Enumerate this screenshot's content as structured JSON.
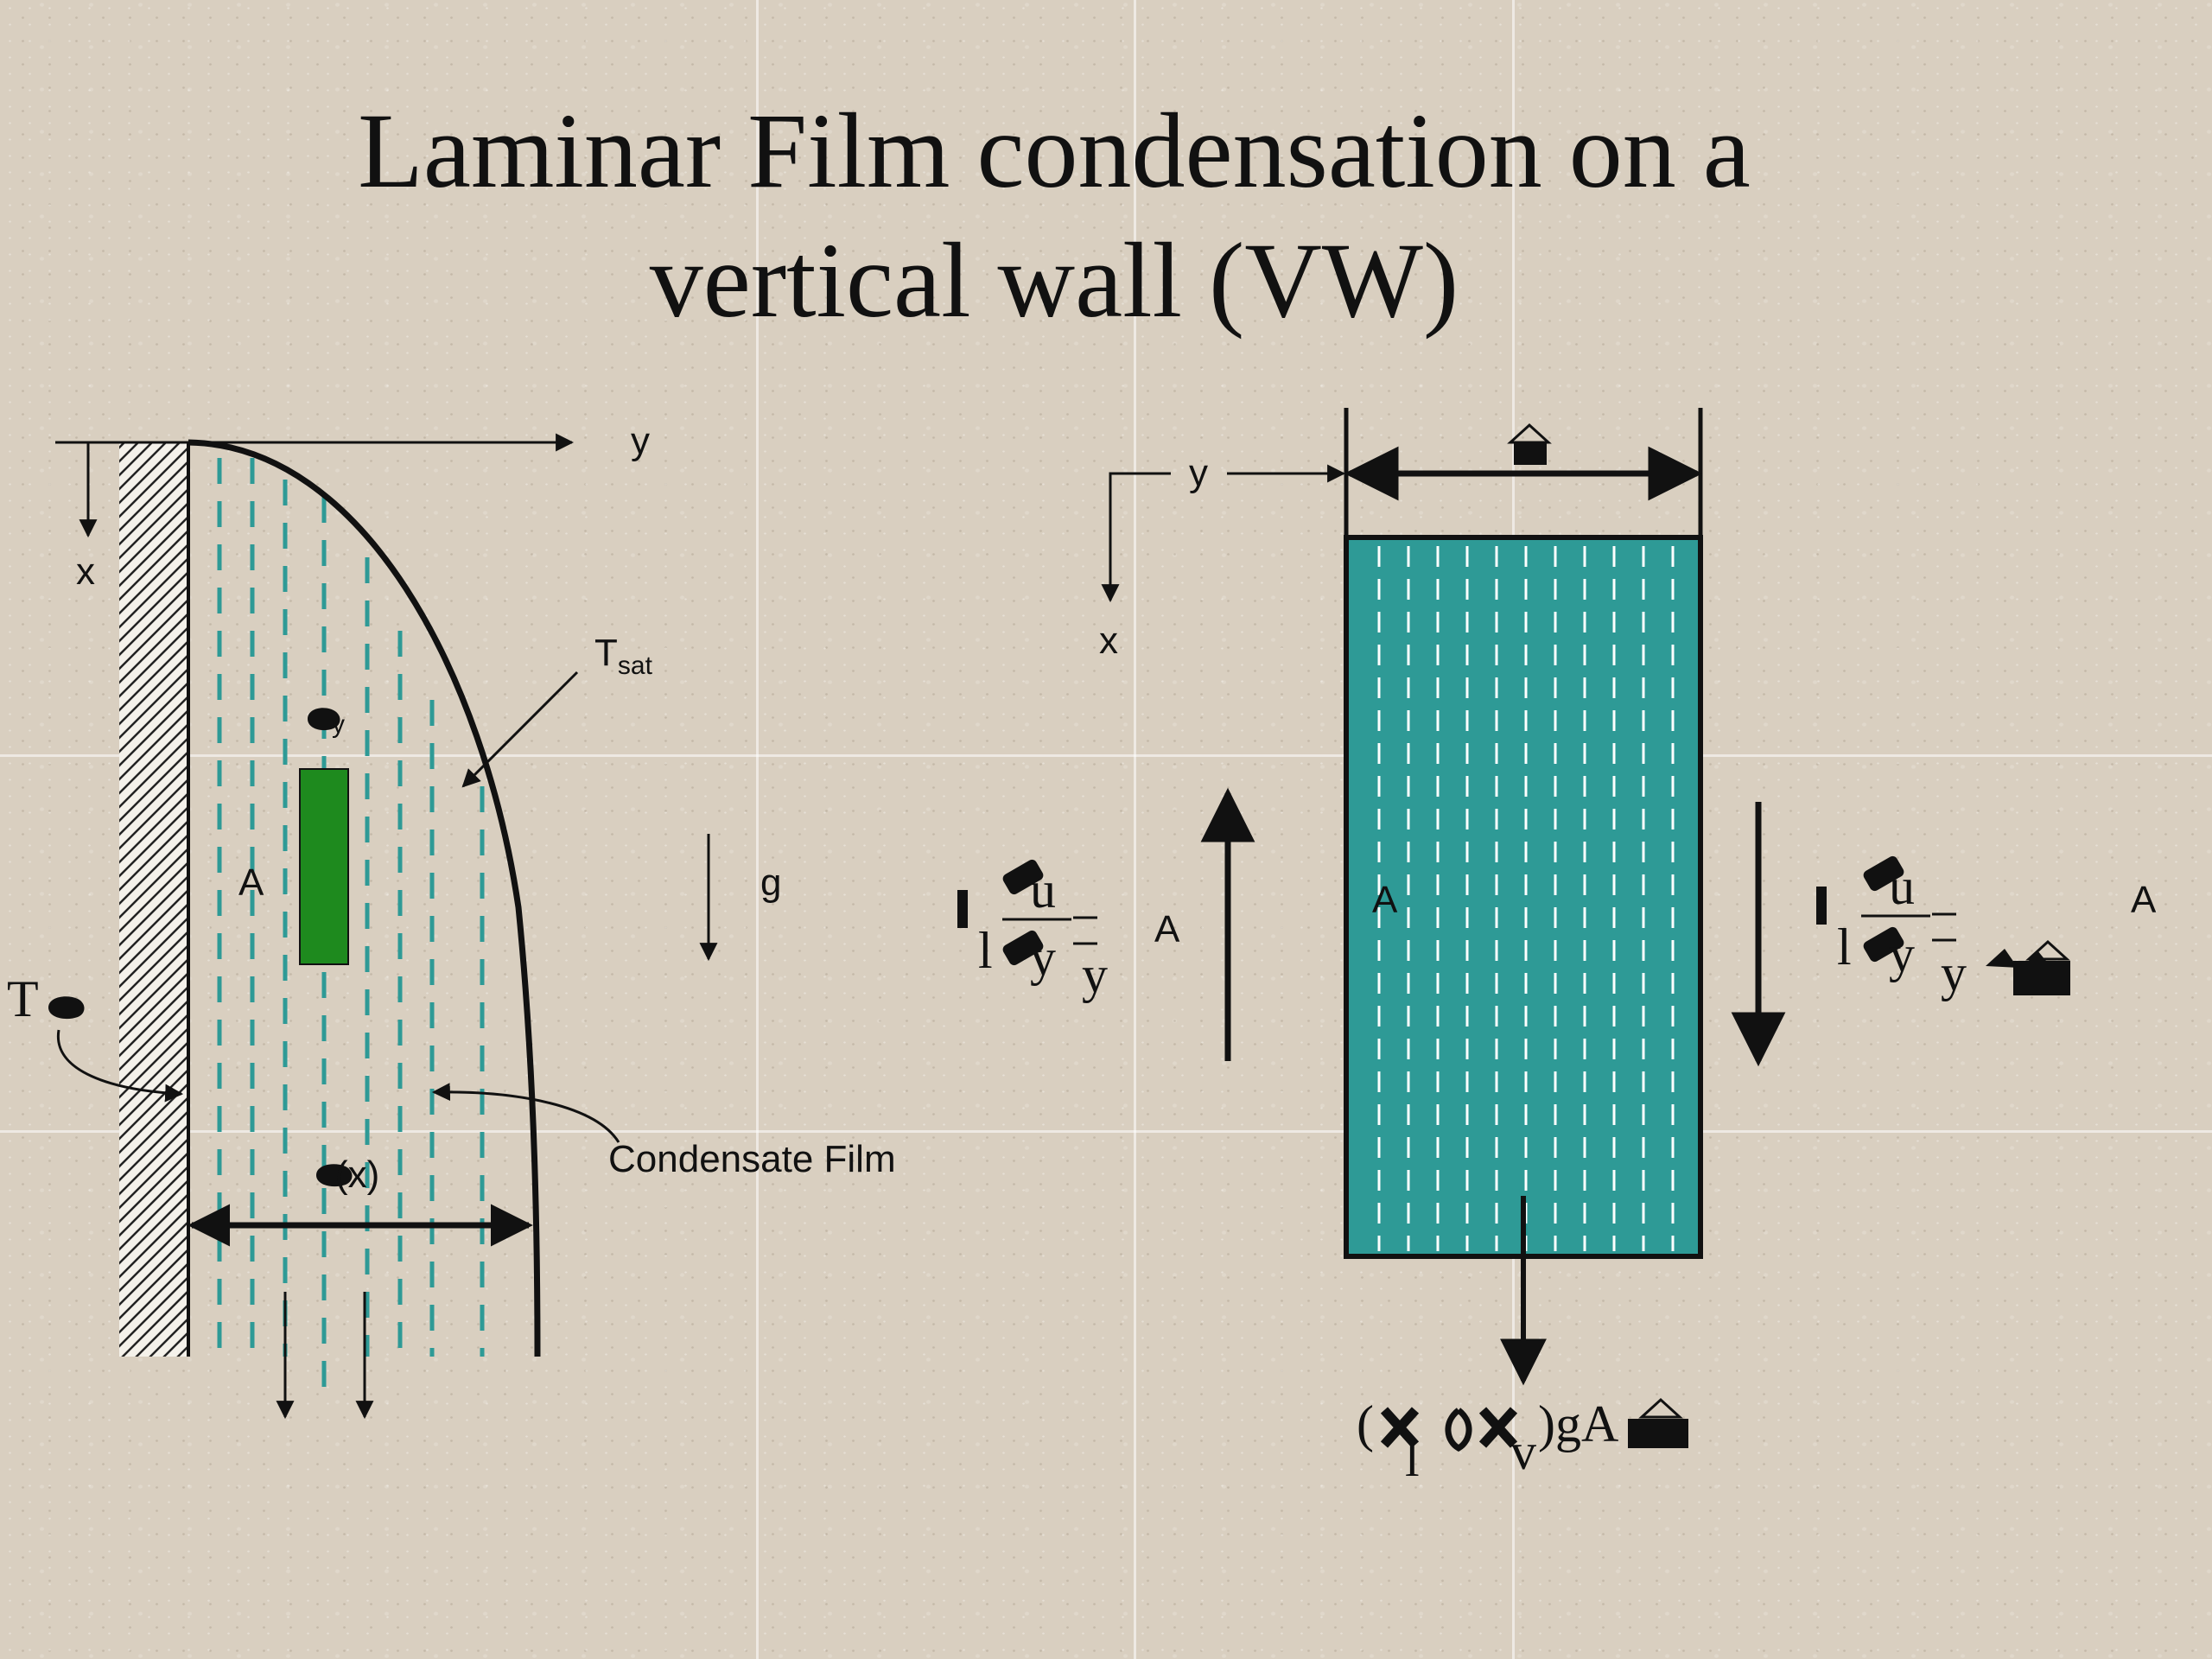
{
  "title": {
    "line1": "Laminar Film condensation on a",
    "line2": "vertical wall (VW)"
  },
  "left_diagram": {
    "axis_y": "y",
    "axis_x": "x",
    "t_sat_main": "T",
    "t_sat_sub": "sat",
    "wall_temp_label": "T",
    "area_label": "A",
    "gravity_label": "g",
    "film_label": "Condensate Film",
    "element_dy_label": "y",
    "thickness_label": "(x)"
  },
  "right_diagram": {
    "axis_y": "y",
    "axis_x": "x",
    "area_left_outer": "A",
    "area_center": "A",
    "area_right_outer": "A",
    "shear_left_top": "u",
    "shear_left_mu": "l",
    "shear_left_bottom": "y",
    "shear_left_at": "y",
    "shear_right_top": "u",
    "shear_right_mu": "l",
    "shear_right_bottom": "y",
    "shear_right_at": "y",
    "body_force_open": "(",
    "body_force_sub_l": "l",
    "body_force_sub_v": "v",
    "body_force_rest": ")gA"
  },
  "colors": {
    "film_teal": "#2e9a96",
    "element_green": "#1e8a1e",
    "background": "#d9cfc0",
    "ink": "#111111"
  }
}
